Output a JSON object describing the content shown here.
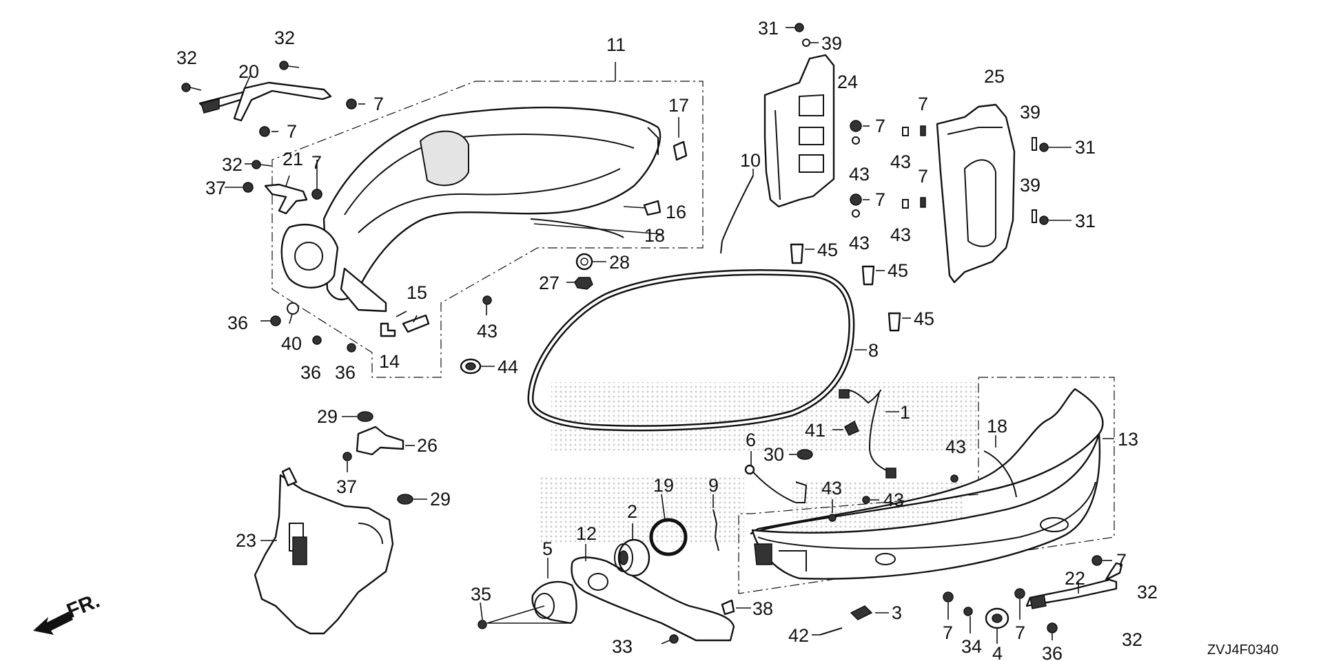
{
  "diagram_code": "ZVJ4F0340",
  "direction_label": "FR.",
  "watermark_color": "#d0d0d0",
  "callouts": {
    "c1": "1",
    "c2": "2",
    "c3": "3",
    "c4": "4",
    "c5": "5",
    "c6": "6",
    "c7": "7",
    "c8": "8",
    "c9": "9",
    "c10": "10",
    "c11": "11",
    "c12": "12",
    "c13": "13",
    "c14": "14",
    "c15": "15",
    "c16": "16",
    "c17": "17",
    "c18": "18",
    "c19": "19",
    "c20": "20",
    "c21": "21",
    "c22": "22",
    "c23": "23",
    "c24": "24",
    "c25": "25",
    "c26": "26",
    "c27": "27",
    "c28": "28",
    "c29": "29",
    "c30": "30",
    "c31": "31",
    "c32": "32",
    "c33": "33",
    "c34": "34",
    "c35": "35",
    "c36": "36",
    "c37": "37",
    "c38": "38",
    "c39": "39",
    "c40": "40",
    "c41": "41",
    "c42": "42",
    "c43": "43",
    "c44": "44",
    "c45": "45"
  }
}
